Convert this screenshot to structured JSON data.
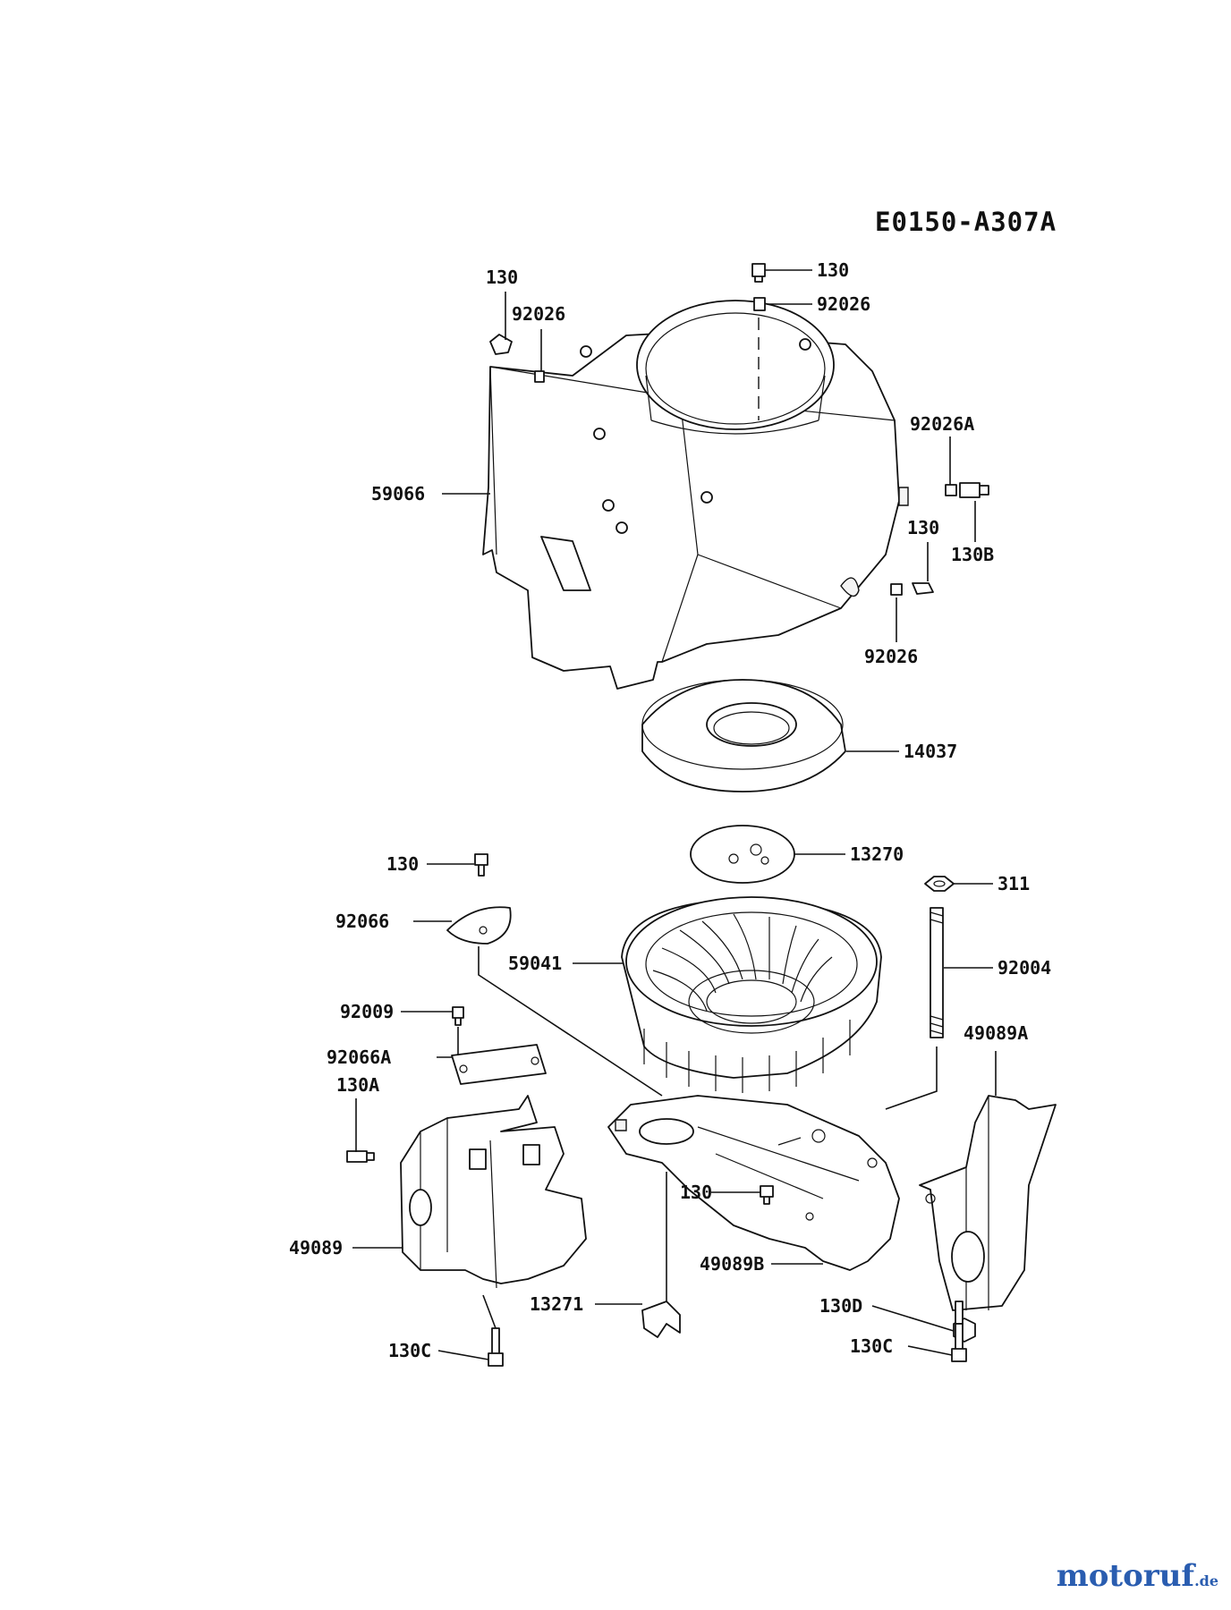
{
  "diagram_code": "E0150-A307A",
  "watermark": {
    "main": "motoruf",
    "tld": ".de",
    "colors": {
      "blue": "#2a5db0",
      "orange": "#e07a10"
    }
  },
  "labels": {
    "l130_topleft": "130",
    "l92026_topleft": "92026",
    "l130_topcenter": "130",
    "l92026_topcenter": "92026",
    "l92026A": "92026A",
    "l59066": "59066",
    "l130_right": "130",
    "l130B": "130B",
    "l92026_right": "92026",
    "l14037": "14037",
    "l13270": "13270",
    "l130_mid": "130",
    "l311": "311",
    "l92066": "92066",
    "l59041": "59041",
    "l92004": "92004",
    "l92009": "92009",
    "l49089A": "49089A",
    "l92066A": "92066A",
    "l130A": "130A",
    "l130_lower": "130",
    "l49089": "49089",
    "l49089B": "49089B",
    "l13271": "13271",
    "l130D": "130D",
    "l130C_left": "130C",
    "l130C_right": "130C"
  }
}
